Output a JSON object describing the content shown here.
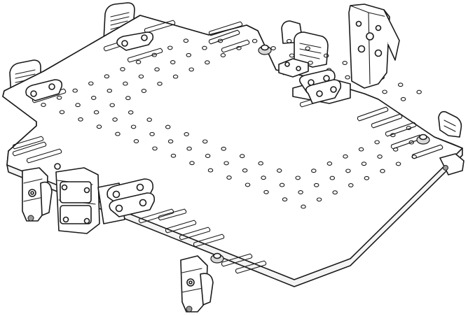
{
  "illustration": {
    "parts": {
      "base_plate": "plate",
      "hole_grid": "holes",
      "slots": "slots",
      "brackets": "brackets",
      "latches": "latches",
      "hooks": "hooks"
    },
    "colors": {
      "line": "#1a1a1a",
      "fill": "#ffffff",
      "shade": "#d9d9d9"
    }
  }
}
